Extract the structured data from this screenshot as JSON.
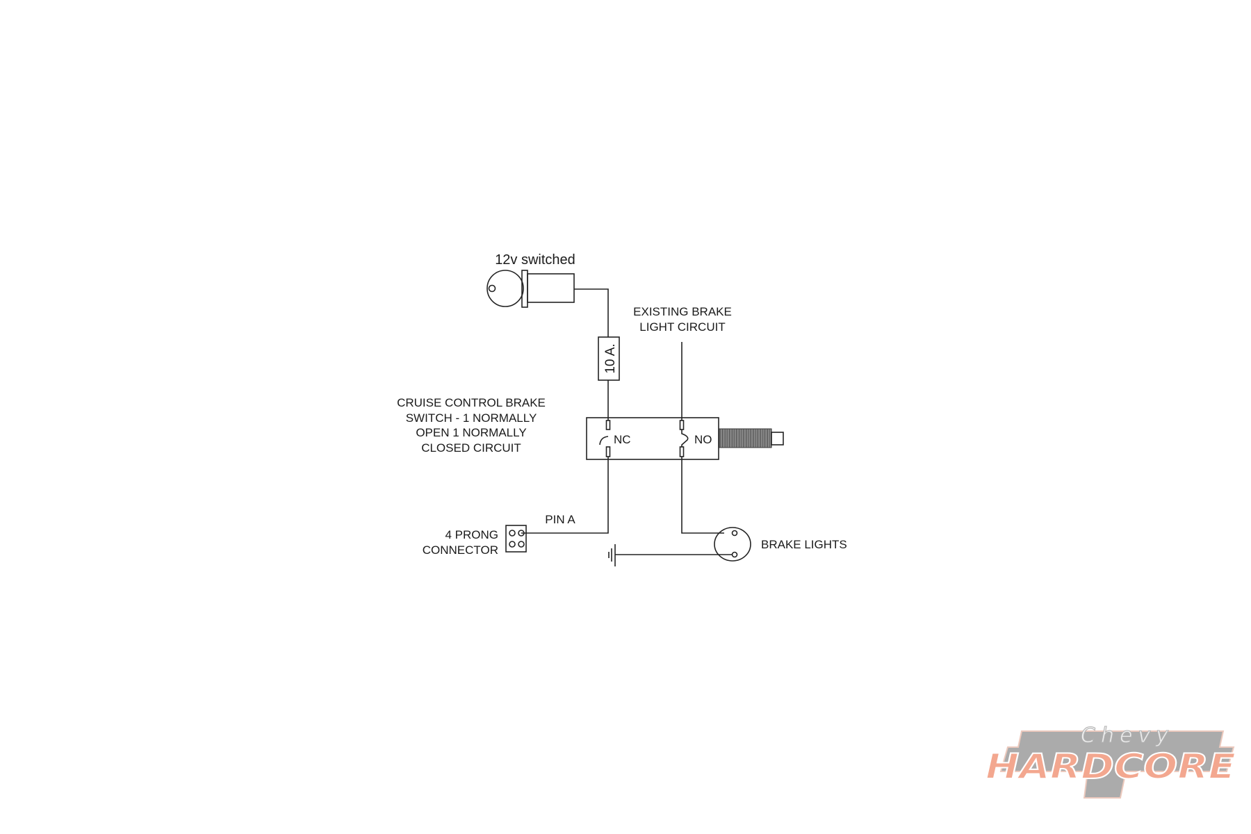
{
  "diagram": {
    "power_source_label": "12v switched",
    "fuse_label": "10 A.",
    "existing_circuit_label": [
      "EXISTING BRAKE",
      "LIGHT CIRCUIT"
    ],
    "switch_label": [
      "CRUISE CONTROL BRAKE",
      "SWITCH - 1 NORMALLY",
      "OPEN 1 NORMALLY",
      "CLOSED CIRCUIT"
    ],
    "nc_label": "NC",
    "no_label": "NO",
    "pin_label": "PIN A",
    "connector_label": [
      "4 PRONG",
      "CONNECTOR"
    ],
    "brake_lights_label": "BRAKE LIGHTS"
  },
  "logo": {
    "script_text": "Chevy",
    "main_text": "HARDCORE",
    "colors": {
      "main": "#f08a6a",
      "plate": "#8f8f8f",
      "script": "#e8e8e8"
    }
  }
}
